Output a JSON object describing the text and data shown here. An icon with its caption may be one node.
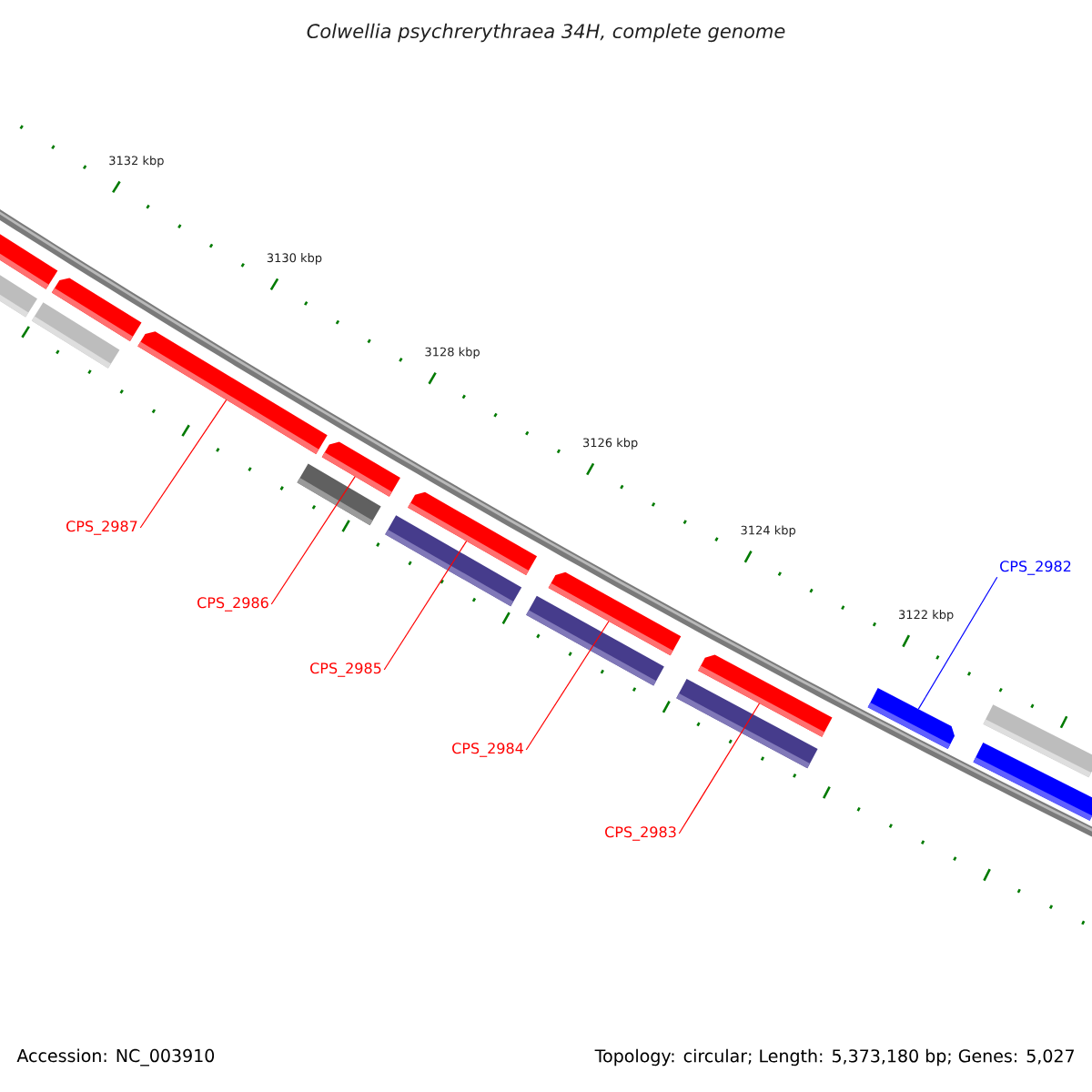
{
  "diagram": {
    "title": "Colwellia psychrerythraea 34H, complete genome",
    "nodes": [
      {
        "text": [
          "CPS_2987"
        ]
      },
      {
        "text": [
          "CPS_2986"
        ]
      },
      {
        "text": [
          "CPS_2985"
        ]
      },
      {
        "text": [
          "CPS_2984"
        ]
      },
      {
        "text": [
          "CPS_2983"
        ]
      },
      {
        "text": [
          "CPS_2982"
        ]
      },
      {
        "text": [],
        "shape": "bar"
      },
      {
        "text": [],
        "shape": "bar"
      },
      {
        "text": [],
        "shape": "bar"
      },
      {
        "text": [],
        "shape": "bar"
      },
      {
        "text": [],
        "shape": "bar"
      },
      {
        "text": [],
        "shape": "bar"
      },
      {
        "text": [],
        "shape": "bar"
      },
      {
        "text": [],
        "shape": "bar"
      },
      {
        "text": [],
        "shape": "bar"
      },
      {
        "text": [],
        "shape": "bar"
      },
      {
        "text": [],
        "shape": "bar"
      },
      {
        "text": [],
        "shape": "bar"
      },
      {
        "text": [],
        "shape": "bar"
      },
      {
        "text": [],
        "shape": "bar"
      },
      {
        "text": [],
        "shape": "bar"
      },
      {
        "text": [],
        "shape": "bar"
      }
    ],
    "edges": [
      {
        "from": 0,
        "to": 10,
        "arrow": "none"
      },
      {
        "from": 1,
        "to": 12,
        "arrow": "none"
      },
      {
        "from": 2,
        "to": 14,
        "arrow": "none"
      },
      {
        "from": 3,
        "to": 16,
        "arrow": "none"
      },
      {
        "from": 4,
        "to": 18,
        "arrow": "none"
      },
      {
        "from": 5,
        "to": 19,
        "arrow": "none",
        "color": "#0000ff"
      }
    ],
    "labels": [
      "3132 kbp",
      "3130 kbp",
      "3128 kbp",
      "3126 kbp",
      "3124 kbp",
      "3122 kbp",
      "Accession: NC_003910",
      "Topology: circular; Length: 5,373,180 bp; Genes: 5,027"
    ]
  }
}
